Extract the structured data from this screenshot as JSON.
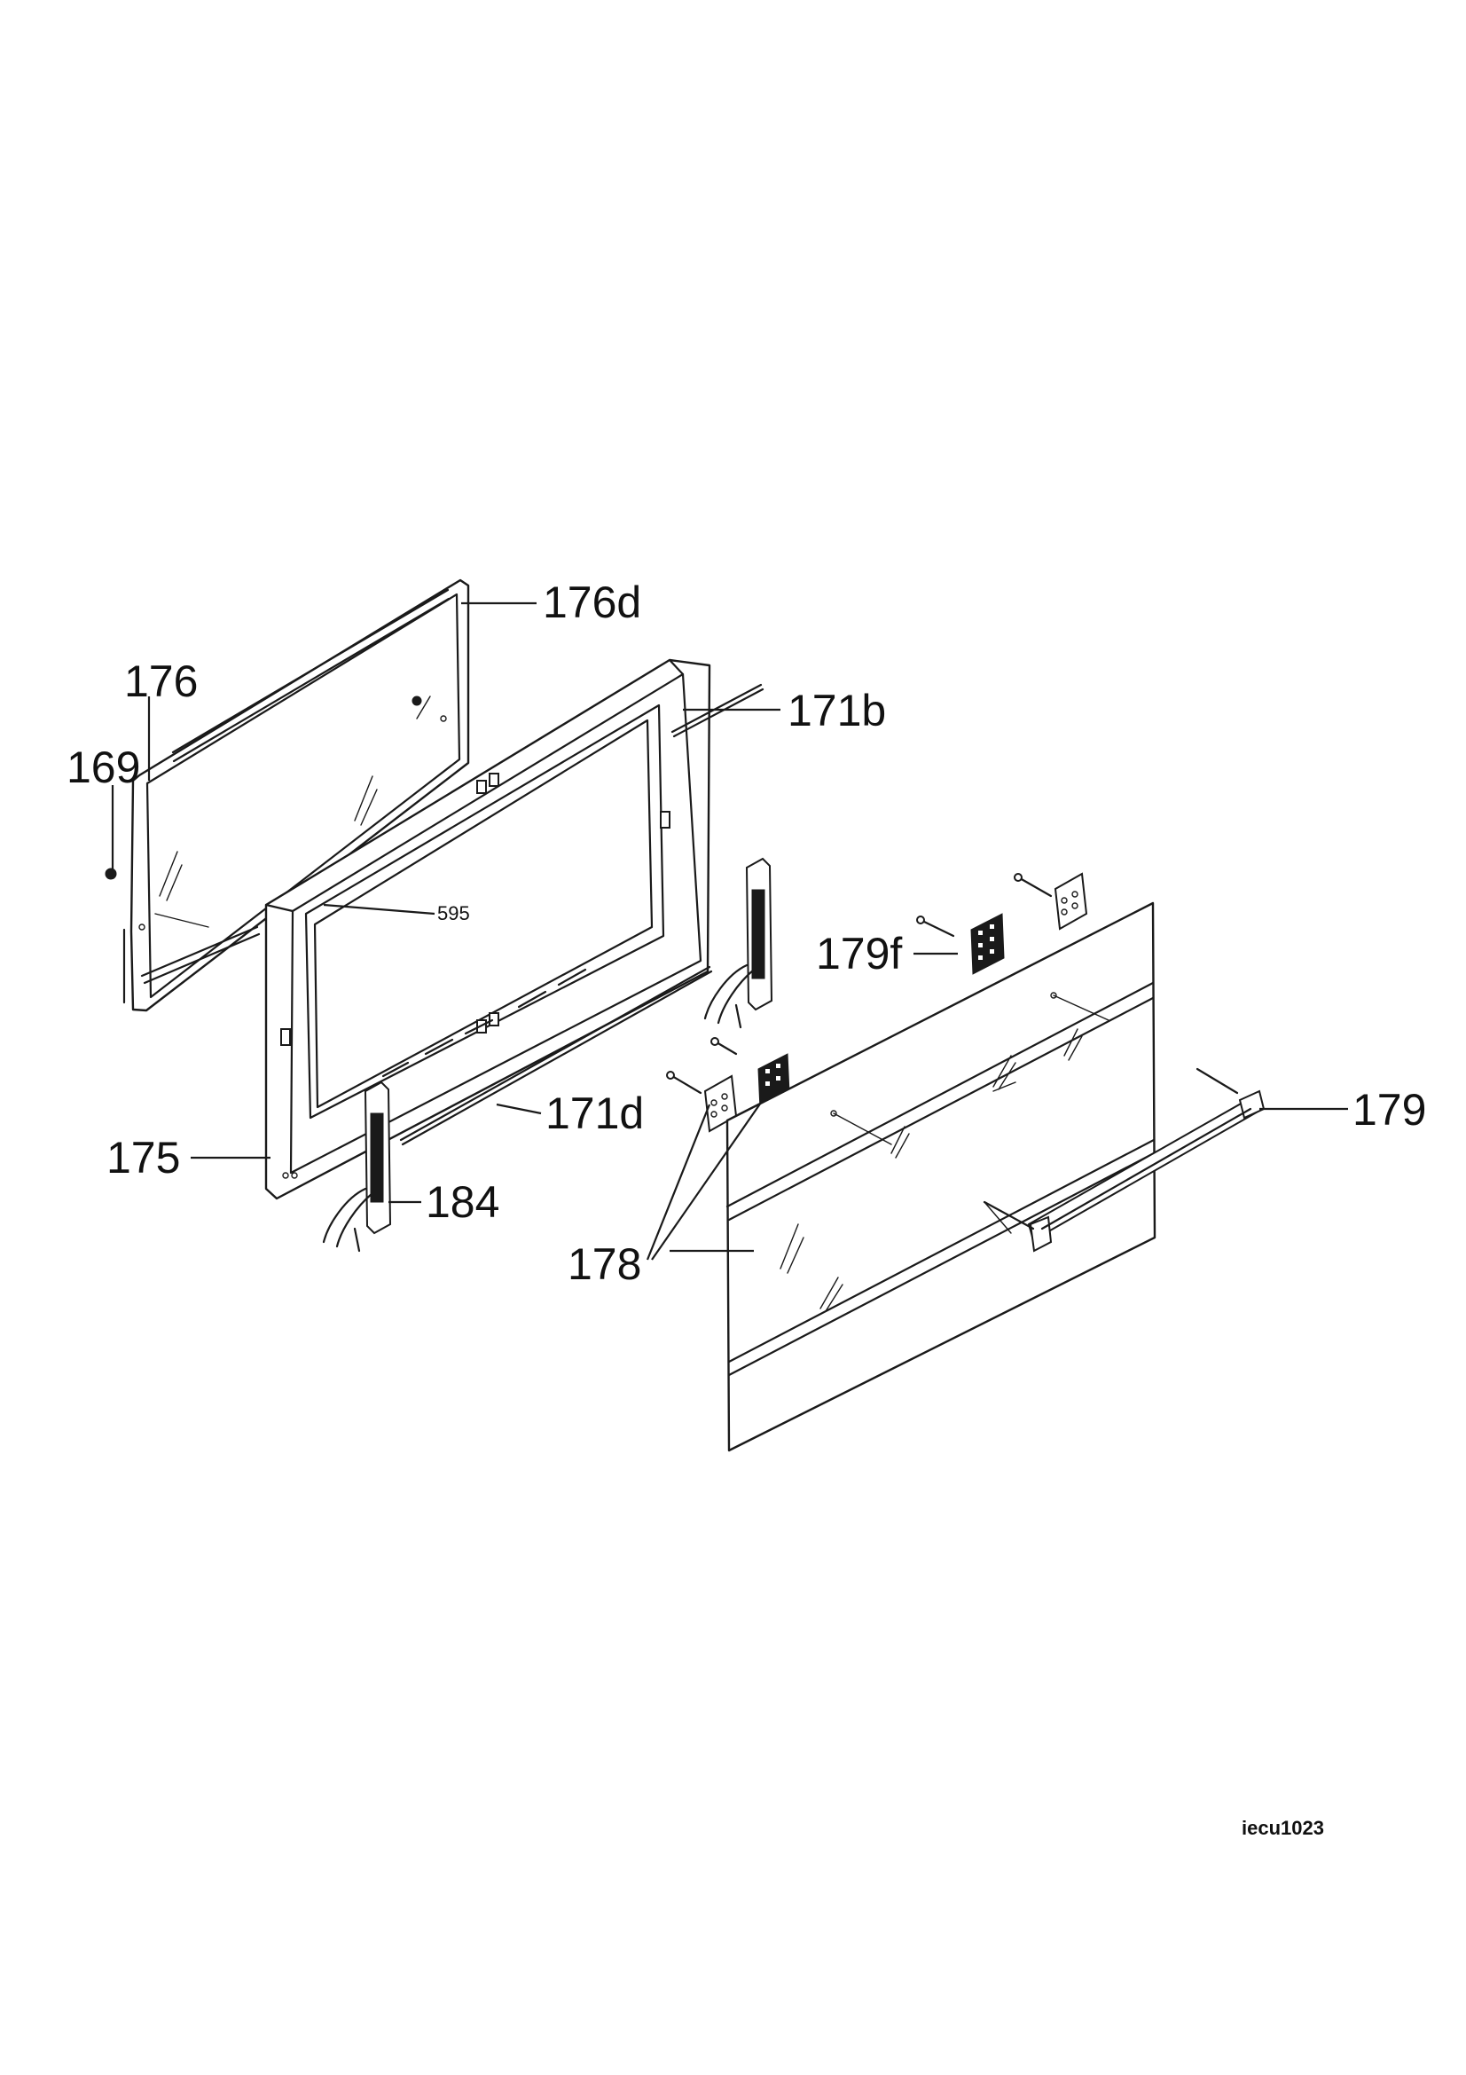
{
  "callouts": {
    "c176d": "176d",
    "c176": "176",
    "c169": "169",
    "c171b": "171b",
    "c595": "595",
    "c179f": "179f",
    "c179": "179",
    "c171d": "171d",
    "c175": "175",
    "c184": "184",
    "c178": "178"
  },
  "drawing_code": "iecu1023"
}
